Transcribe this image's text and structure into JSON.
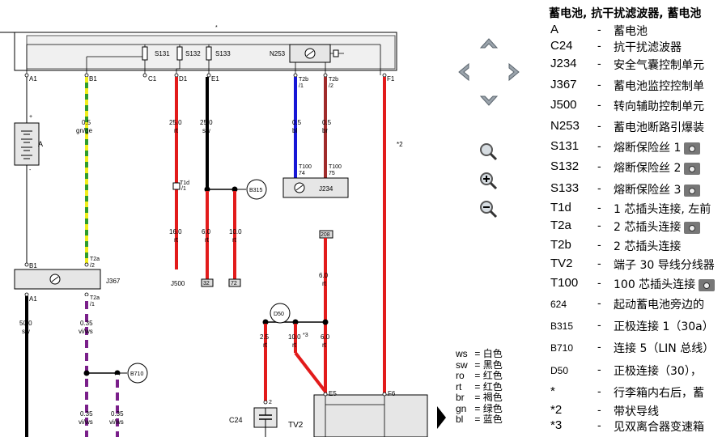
{
  "diagram": {
    "components": {
      "n253": "N253",
      "j234": "J234",
      "j367": "J367",
      "j500": "J500",
      "battery": "A",
      "c24": "C24",
      "tv2": "TV2",
      "s131": "S131",
      "s132": "S132",
      "s133": "S133",
      "t1d": "T1d",
      "t1d_pin": "/1"
    },
    "pins": {
      "a1_top": "A1",
      "b1_top": "B1",
      "c1": "C1",
      "d1": "D1",
      "e1": "E1",
      "f1": "F1",
      "t2b_1": "T2b",
      "t2b_1_pin": "/1",
      "t2b_2": "T2b",
      "t2b_2_pin": "/2",
      "t100_74": "T100",
      "t100_74_pin": "74",
      "t100_75": "T100",
      "t100_75_pin": "75",
      "b1_j367": "B1",
      "t2a_2": "T2a",
      "t2a_2_pin": "/2",
      "a1_j367": "A1",
      "t2a_1": "T2a",
      "t2a_1_pin": "/1",
      "e5": "E5",
      "f6": "F6",
      "c24_pin": "2"
    },
    "wires": {
      "b1_size": "0.5",
      "b1_color": "gn/ge",
      "d1_size": "25.0",
      "d1_color": "rt",
      "e1_size": "25.0",
      "e1_color": "sw",
      "t2b1_size": "0.5",
      "t2b1_color": "bl",
      "t2b2_size": "0.5",
      "t2b2_color": "br",
      "d1_low_size": "16.0",
      "d1_low_color": "rt",
      "e1_low_size": "6.0",
      "e1_low_color": "rt",
      "b315_low_size": "10.0",
      "b315_low_color": "rt",
      "w208_size": "6.0",
      "w208_color": "rt",
      "a1_size": "50.0",
      "a1_color": "sw",
      "t2a1_size": "0.35",
      "t2a1_color": "vi/ws",
      "bot1_size": "0.35",
      "bot1_color": "vi/ws",
      "bot2_size": "0.35",
      "bot2_color": "vi/ws",
      "c24w_size": "2.5",
      "c24w_color": "rt",
      "mid_size": "10.0",
      "mid_color": "rt",
      "e5w_size": "6.0",
      "e5w_color": "rt"
    },
    "connectors": {
      "b315": "B315",
      "b710": "B710",
      "d50": "D50",
      "n32": "32",
      "n72": "72",
      "n208": "208"
    },
    "notes": {
      "star": "*",
      "star2": "*2",
      "star3": "*3"
    }
  },
  "navigation": {
    "up": "up-arrow",
    "down": "down-arrow",
    "left": "left-arrow",
    "right": "right-arrow",
    "zoom_fit": "zoom-fit",
    "zoom_in": "zoom-in",
    "zoom_out": "zoom-out"
  },
  "legend": {
    "title": "蓄电池, 抗干扰滤波器, 蓄电池",
    "items": [
      {
        "code": "A",
        "desc": "蓄电池",
        "camera": false
      },
      {
        "code": "C24",
        "desc": "抗干扰滤波器",
        "camera": false
      },
      {
        "code": "J234",
        "desc": "安全气囊控制单元",
        "camera": false
      },
      {
        "code": "J367",
        "desc": "蓄电池监控控制单",
        "camera": false
      },
      {
        "code": "J500",
        "desc": "转向辅助控制单元",
        "camera": false
      },
      {
        "code": "N253",
        "desc": "蓄电池断路引爆装",
        "camera": false
      },
      {
        "code": "S131",
        "desc": "熔断保险丝 1",
        "camera": true
      },
      {
        "code": "S132",
        "desc": "熔断保险丝 2",
        "camera": true
      },
      {
        "code": "S133",
        "desc": "熔断保险丝 3",
        "camera": true
      },
      {
        "code": "T1d",
        "desc": "1 芯插头连接, 左前",
        "camera": false
      },
      {
        "code": "T2a",
        "desc": "2 芯插头连接",
        "camera": true
      },
      {
        "code": "T2b",
        "desc": "2 芯插头连接",
        "camera": false
      },
      {
        "code": "TV2",
        "desc": "端子 30 导线分线器",
        "camera": false
      },
      {
        "code": "T100",
        "desc": "100 芯插头连接",
        "camera": true
      },
      {
        "code": "624",
        "desc": "起动蓄电池旁边的",
        "camera": false
      },
      {
        "code": "B315",
        "desc": "正极连接 1（30a）",
        "camera": false
      },
      {
        "code": "B710",
        "desc": "连接 5（LIN 总线）",
        "camera": false
      },
      {
        "code": "D50",
        "desc": "正极连接（30），",
        "camera": false
      },
      {
        "code": "*",
        "desc": "行李箱内右后，蓄",
        "camera": false
      },
      {
        "code": "*2",
        "desc": "带状导线",
        "camera": false
      },
      {
        "code": "*3",
        "desc": "见双离合器变速箱",
        "camera": false
      }
    ]
  },
  "color_legend": [
    {
      "code": "ws",
      "name": "白色"
    },
    {
      "code": "sw",
      "name": "黑色"
    },
    {
      "code": "ro",
      "name": "红色"
    },
    {
      "code": "rt",
      "name": "红色"
    },
    {
      "code": "br",
      "name": "褐色"
    },
    {
      "code": "gn",
      "name": "绿色"
    },
    {
      "code": "bl",
      "name": "蓝色"
    }
  ]
}
